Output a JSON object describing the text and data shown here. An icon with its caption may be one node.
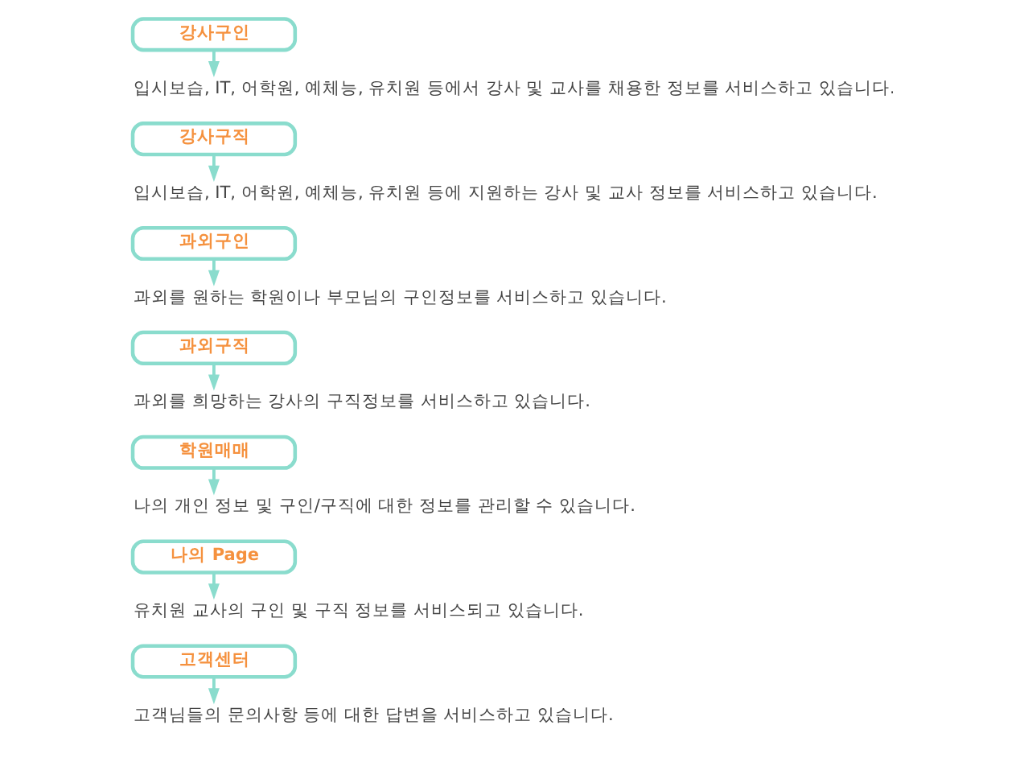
{
  "diagram": {
    "nodes": [
      {
        "text": [
          "강사구인"
        ]
      },
      {
        "text": [
          "입시보습, IT, 어학원, 예체능, 유치원 등에서 강사 및 교사를 채용한 정보를 서비스하고 있습니다."
        ]
      },
      {
        "text": [
          "강사구직"
        ]
      },
      {
        "text": [
          "입시보습, IT, 어학원, 예체능, 유치원 등에 지원하는 강사 및 교사 정보를 서비스하고 있습니다."
        ]
      },
      {
        "text": [
          "과외구인"
        ]
      },
      {
        "text": [
          "과외를 원하는 학원이나 부모님의 구인정보를 서비스하고 있습니다."
        ]
      },
      {
        "text": [
          "과외구직"
        ]
      },
      {
        "text": [
          "과외를 희망하는 강사의 구직정보를 서비스하고 있습니다."
        ]
      },
      {
        "text": [
          "학원매매"
        ]
      },
      {
        "text": [
          "나의 개인 정보 및 구인/구직에 대한 정보를 관리할 수 있습니다."
        ]
      },
      {
        "text": [
          "나의 Page"
        ]
      },
      {
        "text": [
          "유치원 교사의 구인 및 구직 정보를 서비스되고 있습니다."
        ]
      },
      {
        "text": [
          "고객센터"
        ]
      },
      {
        "text": [
          "고객님들의 문의사항 등에 대한 답변을 서비스하고 있습니다."
        ]
      }
    ],
    "edges": [
      {
        "from": 0,
        "to": 1,
        "arrow": "to"
      },
      {
        "from": 2,
        "to": 3,
        "arrow": "to"
      },
      {
        "from": 4,
        "to": 5,
        "arrow": "to"
      },
      {
        "from": 6,
        "to": 7,
        "arrow": "to"
      },
      {
        "from": 8,
        "to": 9,
        "arrow": "to"
      },
      {
        "from": 10,
        "to": 11,
        "arrow": "to"
      },
      {
        "from": 12,
        "to": 13,
        "arrow": "to"
      }
    ]
  }
}
